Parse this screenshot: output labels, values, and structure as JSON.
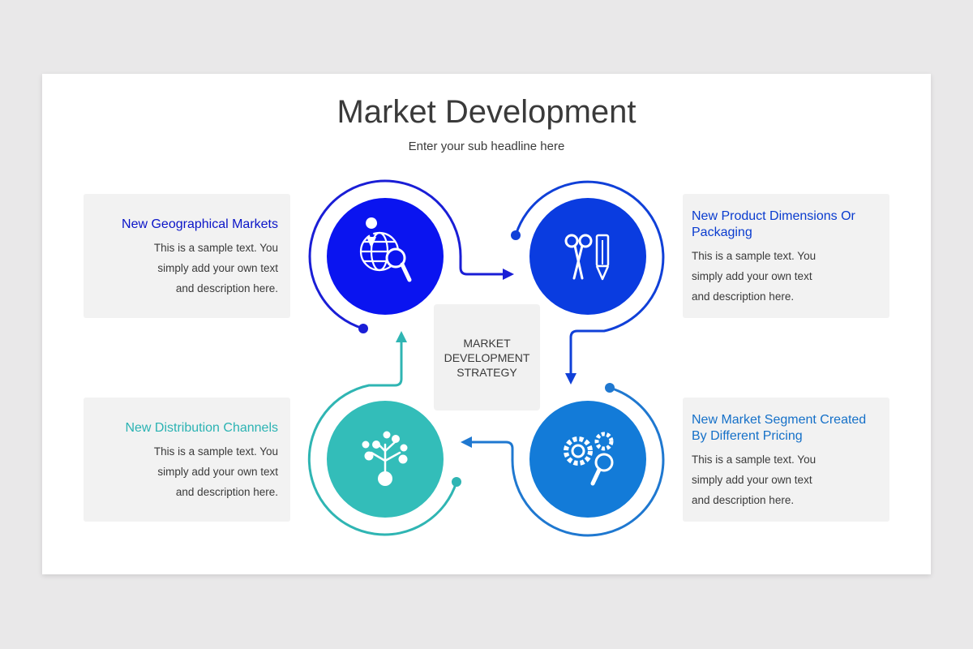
{
  "title": "Market Development",
  "subtitle": "Enter your sub headline here",
  "center": {
    "lines": [
      "MARKET",
      "DEVELOPMENT",
      "STRATEGY"
    ]
  },
  "cards": [
    {
      "id": "geo",
      "title": "New Geographical Markets",
      "body": [
        "This is a sample text. You",
        "simply add your own text",
        "and description here."
      ],
      "color": "#0a14c8",
      "icon": "globe-search-icon"
    },
    {
      "id": "product",
      "title": "New Product Dimensions Or Packaging",
      "body": [
        "This is a sample text. You",
        "simply add your own text",
        "and description here."
      ],
      "color": "#0a3ccf",
      "icon": "scissors-pencil-icon"
    },
    {
      "id": "distribution",
      "title": "New Distribution Channels",
      "body": [
        "This is a sample text. You",
        "simply add your own text",
        "and description here."
      ],
      "color": "#2bb3b3",
      "icon": "money-tree-icon"
    },
    {
      "id": "segment",
      "title": "New Market Segment Created By Different Pricing",
      "body": [
        "This is a sample text. You",
        "simply add your own text",
        "and description here."
      ],
      "color": "#1570c8",
      "icon": "gears-search-icon"
    }
  ],
  "colors": {
    "circle_geo": "#0a14f0",
    "circle_product": "#0a3ce0",
    "circle_distribution": "#33bdb9",
    "circle_segment": "#137bd8",
    "ring_geo": "#1a1ed6",
    "ring_product": "#1040d8",
    "ring_distribution": "#2fb5b3",
    "ring_segment": "#1f78d0"
  }
}
